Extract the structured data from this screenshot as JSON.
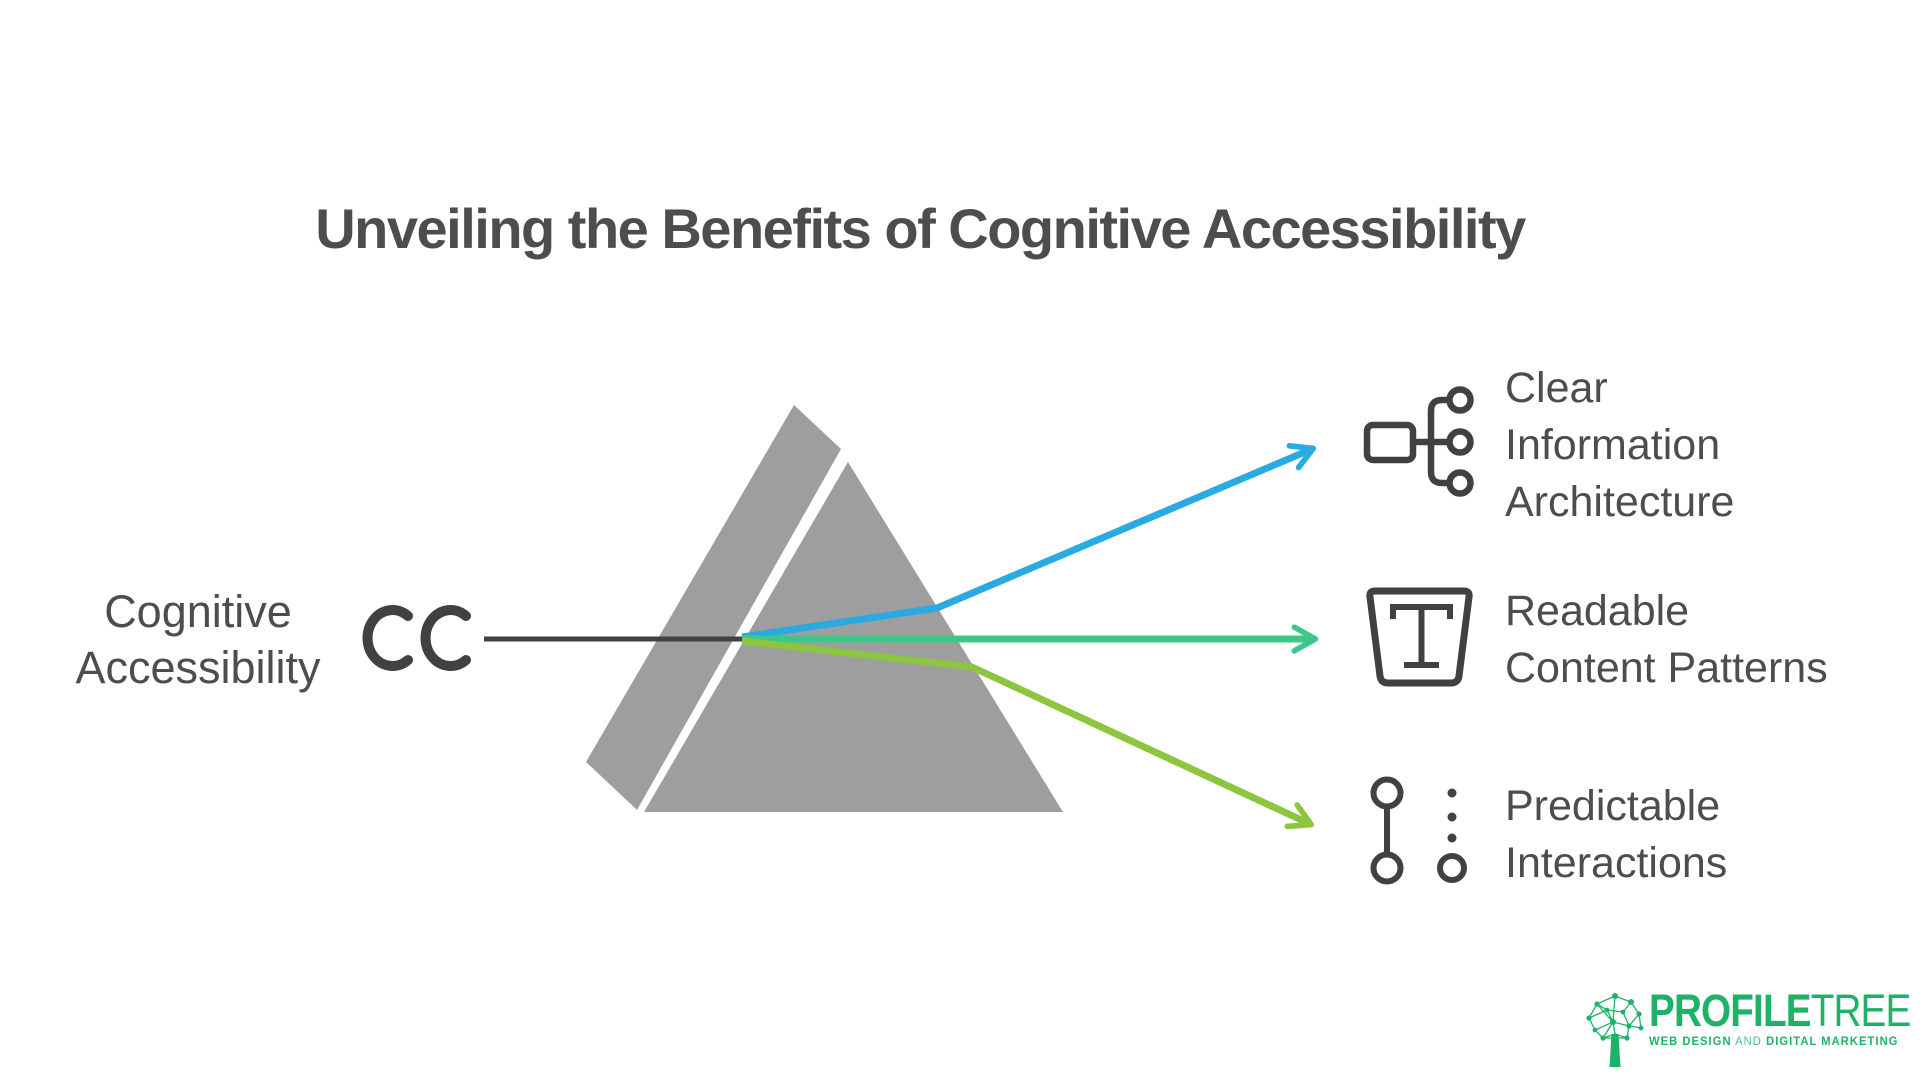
{
  "title": "Unveiling the Benefits of Cognitive Accessibility",
  "source": {
    "label_line1": "Cognitive",
    "label_line2": "Accessibility",
    "icon": "cc-icon"
  },
  "benefits": [
    {
      "lines": [
        "Clear",
        "Information",
        "Architecture"
      ],
      "icon": "sitemap-icon",
      "arrow_color": "#29ABE2"
    },
    {
      "lines": [
        "Readable",
        "Content Patterns"
      ],
      "icon": "typography-icon",
      "arrow_color": "#3DC78B"
    },
    {
      "lines": [
        "Predictable",
        "Interactions"
      ],
      "icon": "interaction-steps-icon",
      "arrow_color": "#8CC63F"
    }
  ],
  "colors": {
    "title_text": "#4D4D4D",
    "label_text": "#4D4D4D",
    "dark_stroke": "#414042",
    "prism_gray": "#9E9E9E",
    "arrow_blue": "#29ABE2",
    "arrow_teal": "#3DC78B",
    "arrow_lime": "#8CC63F",
    "logo_green": "#1EB269"
  },
  "logo": {
    "brand_bold": "PROFILE",
    "brand_light": "TREE",
    "tagline_part1": "WEB DESIGN",
    "tagline_part2": "AND",
    "tagline_part3": "DIGITAL MARKETING"
  }
}
